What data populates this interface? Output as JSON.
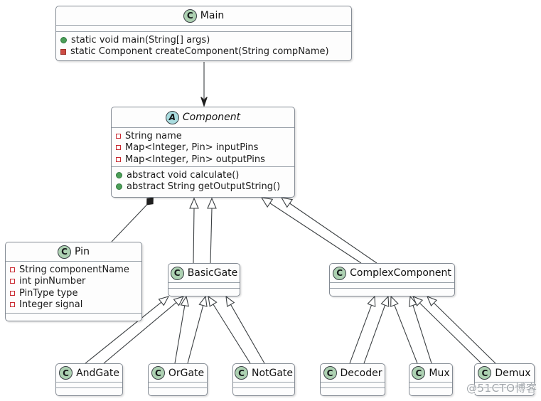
{
  "diagram": {
    "kind": "uml-class-diagram",
    "colors": {
      "class_icon_fill": "#ADD1B2",
      "abstract_icon_fill": "#A9DCDF",
      "box_fill": "#FDFDFD",
      "box_border": "#848B94",
      "field_icon_border": "#C82930",
      "public_method_icon_fill": "#4C9E58",
      "private_method_icon_fill": "#CC4B43",
      "edge_line": "#3C4043"
    }
  },
  "classes": {
    "main": {
      "stereotype_letter": "C",
      "name": "Main",
      "methods": [
        {
          "icon": "public-green-circle",
          "text": "static void main(String[] args)"
        },
        {
          "icon": "private-red-square",
          "text": "static Component createComponent(String compName)"
        }
      ]
    },
    "component": {
      "stereotype_letter": "A",
      "abstract": true,
      "name": "Component",
      "fields": [
        {
          "icon": "field-red-square",
          "text": "String name"
        },
        {
          "icon": "field-red-square",
          "text": "Map<Integer, Pin> inputPins"
        },
        {
          "icon": "field-red-square",
          "text": "Map<Integer, Pin> outputPins"
        }
      ],
      "methods": [
        {
          "icon": "public-green-circle",
          "text": "abstract void calculate()"
        },
        {
          "icon": "public-green-circle",
          "text": "abstract String getOutputString()"
        }
      ]
    },
    "pin": {
      "stereotype_letter": "C",
      "name": "Pin",
      "fields": [
        {
          "icon": "field-red-square",
          "text": "String componentName"
        },
        {
          "icon": "field-red-square",
          "text": "int pinNumber"
        },
        {
          "icon": "field-red-square",
          "text": "PinType type"
        },
        {
          "icon": "field-red-square",
          "text": "Integer signal"
        }
      ]
    },
    "basicgate": {
      "stereotype_letter": "C",
      "name": "BasicGate"
    },
    "complexcomponent": {
      "stereotype_letter": "C",
      "name": "ComplexComponent"
    },
    "andgate": {
      "stereotype_letter": "C",
      "name": "AndGate"
    },
    "orgate": {
      "stereotype_letter": "C",
      "name": "OrGate"
    },
    "notgate": {
      "stereotype_letter": "C",
      "name": "NotGate"
    },
    "decoder": {
      "stereotype_letter": "C",
      "name": "Decoder"
    },
    "mux": {
      "stereotype_letter": "C",
      "name": "Mux"
    },
    "demux": {
      "stereotype_letter": "C",
      "name": "Demux"
    }
  },
  "relationships": [
    {
      "from": "Main",
      "to": "Component",
      "type": "directed-association"
    },
    {
      "from": "Component",
      "to": "Pin",
      "type": "composition"
    },
    {
      "from": "BasicGate",
      "to": "Component",
      "type": "extension",
      "arrow_count": 2
    },
    {
      "from": "ComplexComponent",
      "to": "Component",
      "type": "extension",
      "arrow_count": 2
    },
    {
      "from": "AndGate",
      "to": "BasicGate",
      "type": "extension",
      "arrow_count": 2
    },
    {
      "from": "OrGate",
      "to": "BasicGate",
      "type": "extension",
      "arrow_count": 2
    },
    {
      "from": "NotGate",
      "to": "BasicGate",
      "type": "extension",
      "arrow_count": 2
    },
    {
      "from": "Decoder",
      "to": "ComplexComponent",
      "type": "extension",
      "arrow_count": 2
    },
    {
      "from": "Mux",
      "to": "ComplexComponent",
      "type": "extension",
      "arrow_count": 2
    },
    {
      "from": "Demux",
      "to": "ComplexComponent",
      "type": "extension",
      "arrow_count": 2
    }
  ],
  "watermark": {
    "text": "@51CTO博客"
  }
}
